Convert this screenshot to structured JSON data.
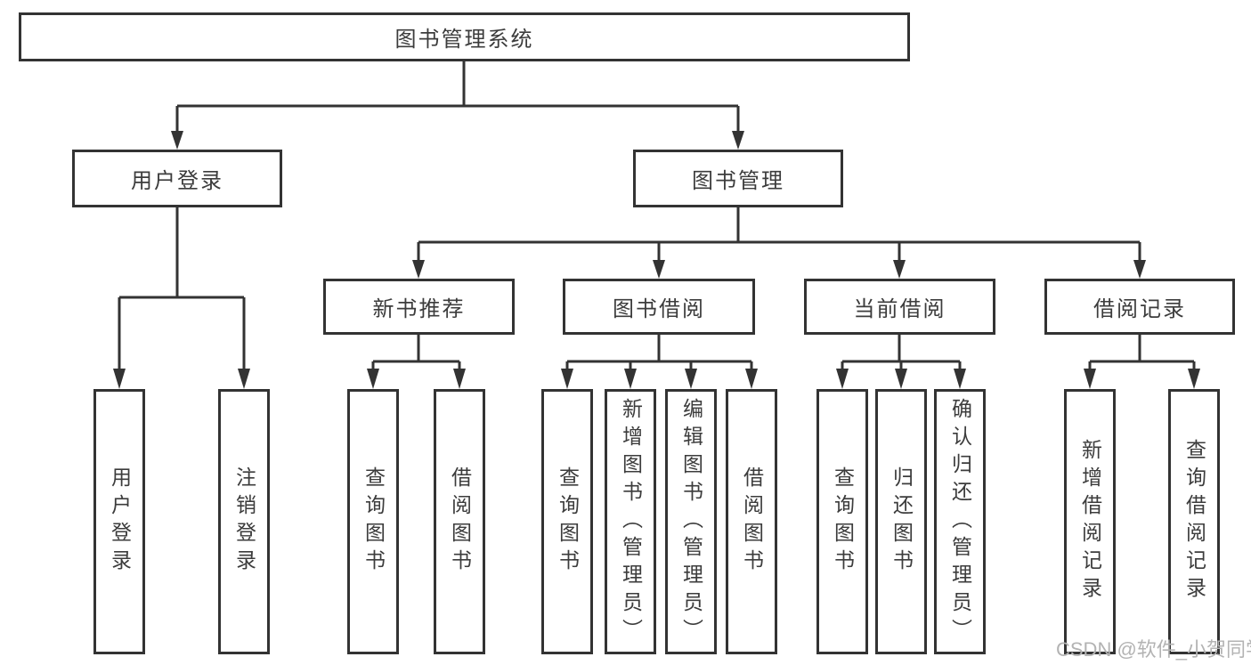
{
  "diagram": {
    "root": {
      "label": "图书管理系统"
    },
    "level2": [
      {
        "label": "用户登录"
      },
      {
        "label": "图书管理"
      }
    ],
    "level3": [
      {
        "label": "新书推荐"
      },
      {
        "label": "图书借阅"
      },
      {
        "label": "当前借阅"
      },
      {
        "label": "借阅记录"
      }
    ],
    "leaves": [
      {
        "label": "用户登录"
      },
      {
        "label": "注销登录"
      },
      {
        "label": "查询图书"
      },
      {
        "label": "借阅图书"
      },
      {
        "label": "查询图书"
      },
      {
        "label": "新增图书（管理员）"
      },
      {
        "label": "编辑图书（管理员）"
      },
      {
        "label": "借阅图书"
      },
      {
        "label": "查询图书"
      },
      {
        "label": "归还图书"
      },
      {
        "label": "确认归还（管理员）"
      },
      {
        "label": "新增借阅记录"
      },
      {
        "label": "查询借阅记录"
      }
    ]
  },
  "watermark": "CSDN @软件_小贺同学",
  "colors": {
    "line": "#333333",
    "text": "#3c3c3c",
    "watermark": "#b3b3b3",
    "box_background": "#ffffff"
  }
}
